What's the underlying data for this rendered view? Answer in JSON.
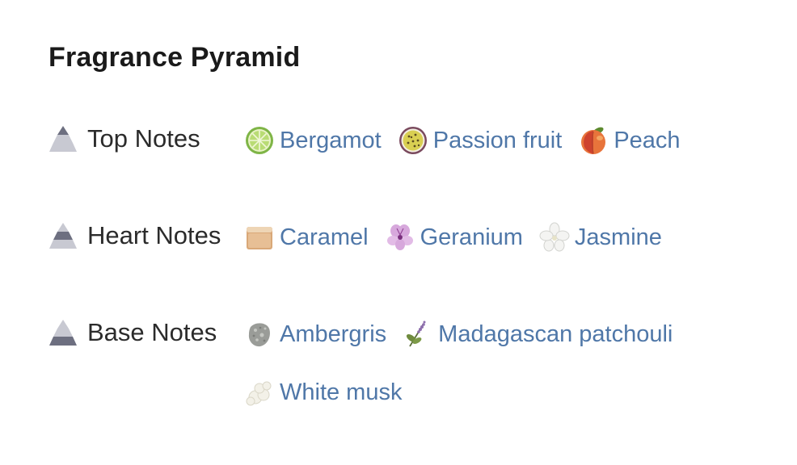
{
  "title": "Fragrance Pyramid",
  "pyramid": [
    {
      "label": "Top Notes",
      "level": "top",
      "notes": [
        {
          "name": "Bergamot",
          "icon": "lime-icon"
        },
        {
          "name": "Passion fruit",
          "icon": "passion-fruit-icon"
        },
        {
          "name": "Peach",
          "icon": "peach-icon"
        }
      ]
    },
    {
      "label": "Heart Notes",
      "level": "heart",
      "notes": [
        {
          "name": "Caramel",
          "icon": "caramel-icon"
        },
        {
          "name": "Geranium",
          "icon": "geranium-icon"
        },
        {
          "name": "Jasmine",
          "icon": "jasmine-icon"
        }
      ]
    },
    {
      "label": "Base Notes",
      "level": "base",
      "notes": [
        {
          "name": "Ambergris",
          "icon": "ambergris-icon"
        },
        {
          "name": "Madagascan patchouli",
          "icon": "patchouli-icon"
        },
        {
          "name": "White musk",
          "icon": "white-musk-icon"
        }
      ]
    }
  ],
  "colors": {
    "link": "#4f77a8",
    "pyramid_active": "#6d6f80",
    "pyramid_inactive": "#c8c9d2"
  }
}
